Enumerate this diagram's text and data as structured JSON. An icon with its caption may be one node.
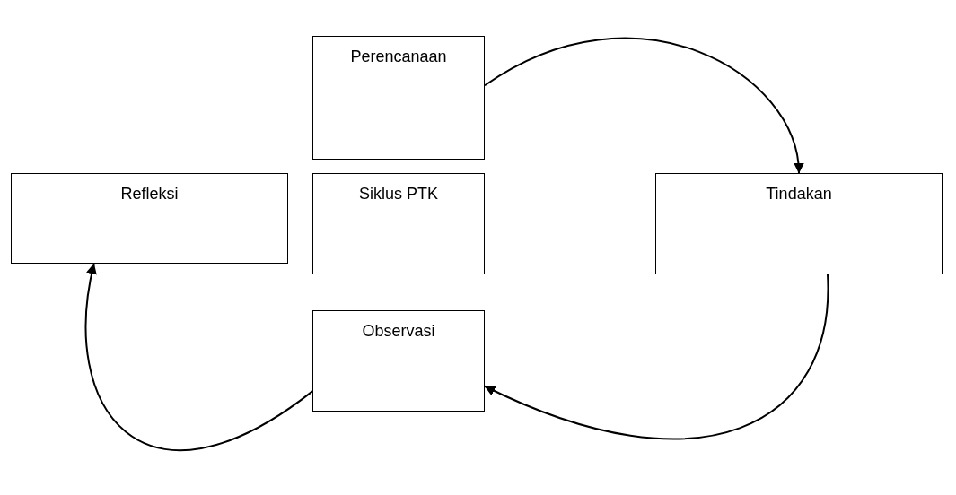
{
  "diagram": {
    "nodes": [
      {
        "text": [
          "Perencanaan"
        ]
      },
      {
        "text": [
          "Refleksi"
        ]
      },
      {
        "text": [
          "Siklus PTK"
        ]
      },
      {
        "text": [
          "Tindakan"
        ]
      },
      {
        "text": [
          "Observasi"
        ]
      }
    ],
    "edges": [
      {
        "from": 0,
        "to": 3,
        "arrow": "to"
      },
      {
        "from": 3,
        "to": 4,
        "arrow": "to"
      },
      {
        "from": 4,
        "to": 1,
        "arrow": "to"
      }
    ]
  }
}
